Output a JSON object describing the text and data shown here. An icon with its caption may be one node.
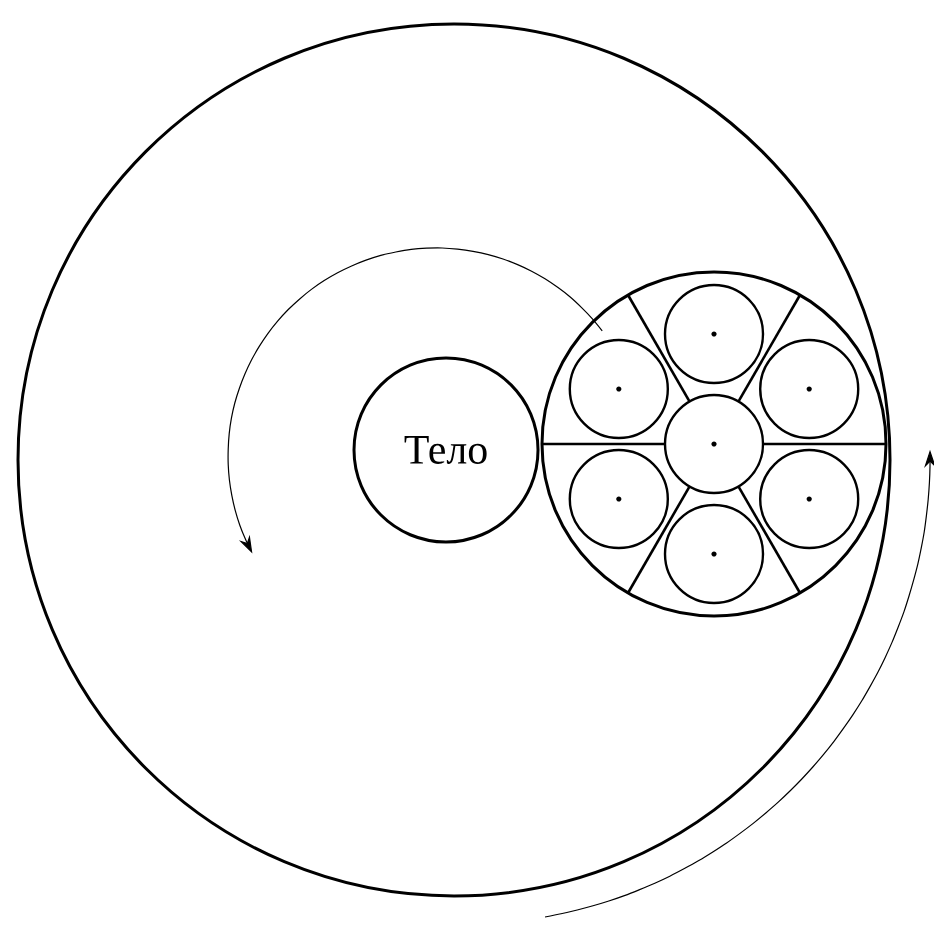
{
  "diagram": {
    "nodes": [
      {
        "text": [],
        "shape": "circle"
      },
      {
        "text": [
          "Тело"
        ],
        "in": 0
      },
      {
        "text": [],
        "shape": "circle",
        "in": 0
      },
      {
        "text": [],
        "shape": "circle",
        "in": 2
      },
      {
        "text": [],
        "shape": "circle",
        "in": 2
      },
      {
        "text": [],
        "shape": "circle",
        "in": 2
      },
      {
        "text": [],
        "shape": "circle",
        "in": 2
      },
      {
        "text": [],
        "shape": "circle",
        "in": 2
      },
      {
        "text": [],
        "shape": "circle",
        "in": 2
      },
      {
        "text": [],
        "shape": "circle",
        "in": 2
      }
    ]
  }
}
